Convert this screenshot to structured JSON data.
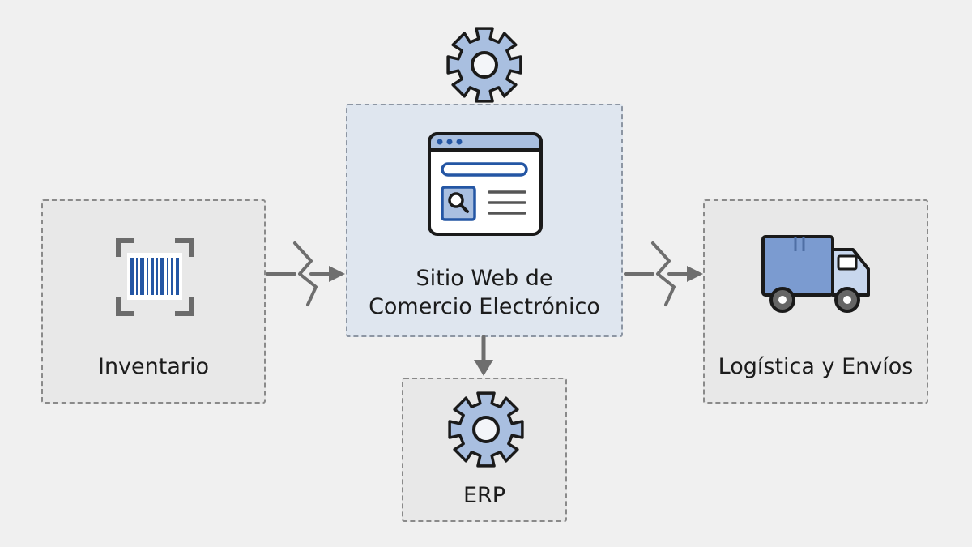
{
  "diagram": {
    "nodes": {
      "inventario": {
        "label": "Inventario",
        "icon": "barcode-scanner-icon"
      },
      "web": {
        "label_lines": [
          "Sitio Web de",
          "Comercio Electrónico"
        ],
        "icon": "browser-window-search-icon"
      },
      "logistica": {
        "label": "Logística y Envíos",
        "icon": "delivery-truck-icon"
      },
      "erp": {
        "label": "ERP",
        "icon": "gear-icon"
      }
    },
    "top_icon": "gear-icon",
    "connectors": [
      {
        "from": "inventario",
        "to": "web",
        "style": "lightning-arrow"
      },
      {
        "from": "web",
        "to": "logistica",
        "style": "lightning-arrow"
      },
      {
        "from": "web",
        "to": "erp",
        "style": "arrow"
      }
    ],
    "colors": {
      "background": "#f0f0f0",
      "node_fill": "#e8e8e8",
      "primary_fill": "#dfe6ef",
      "border": "#8a8a8a",
      "accent_blue": "#2456a4",
      "light_blue": "#a9bfe0",
      "connector": "#6e6e6e"
    }
  }
}
